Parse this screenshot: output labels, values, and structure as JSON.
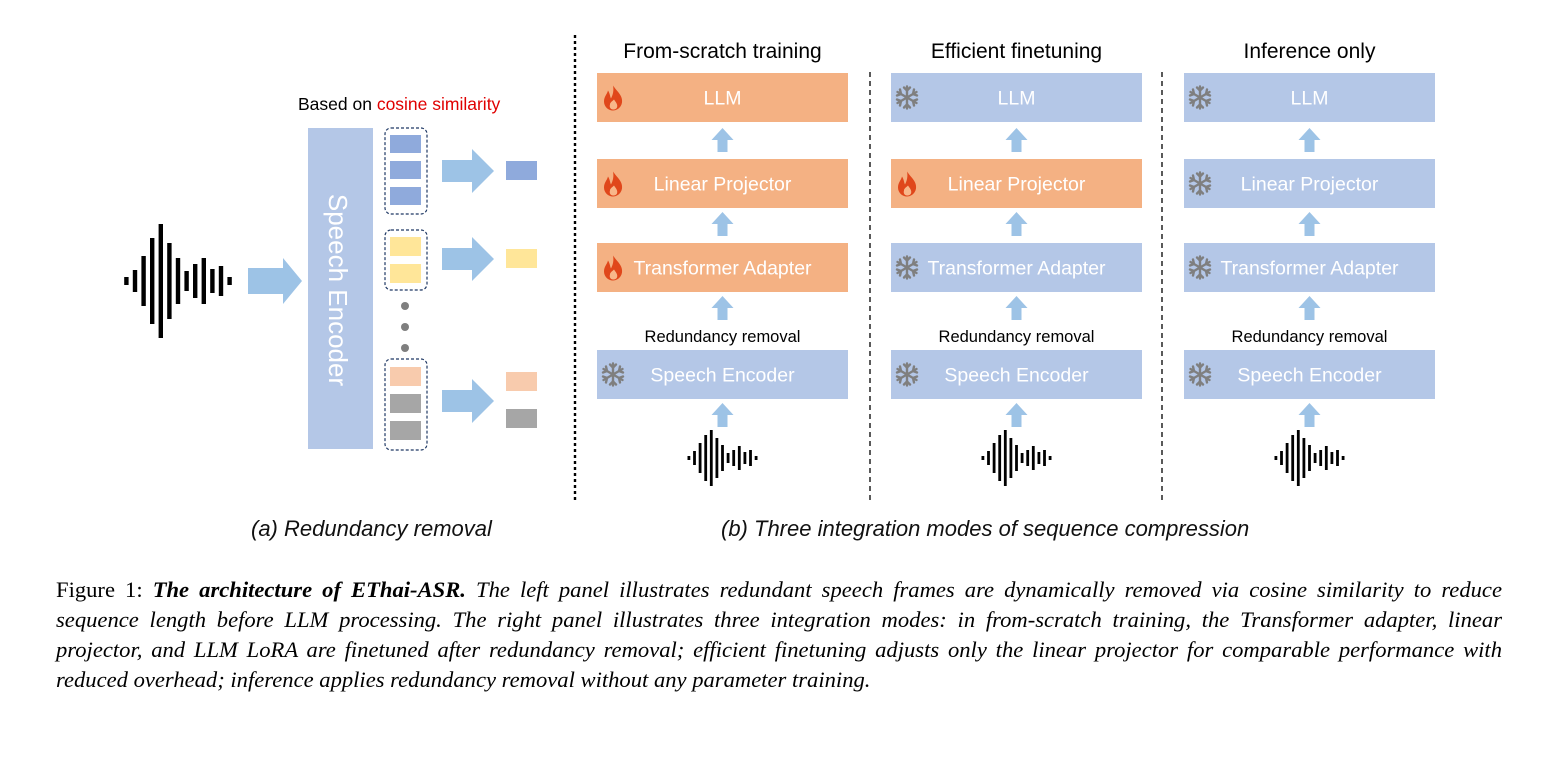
{
  "panel_a": {
    "based_on_prefix": "Based on ",
    "based_on_highlight": "cosine similarity",
    "encoder_label": "Speech Encoder",
    "caption": "(a) Redundancy removal"
  },
  "panel_b": {
    "caption": "(b) Three integration modes of sequence compression",
    "redundancy_label": "Redundancy removal",
    "modes": [
      {
        "title": "From-scratch training",
        "blocks": [
          {
            "label": "LLM",
            "state": "trainable"
          },
          {
            "label": "Linear Projector",
            "state": "trainable"
          },
          {
            "label": "Transformer Adapter",
            "state": "trainable"
          },
          {
            "label": "Speech Encoder",
            "state": "frozen"
          }
        ]
      },
      {
        "title": "Efficient finetuning",
        "blocks": [
          {
            "label": "LLM",
            "state": "frozen"
          },
          {
            "label": "Linear Projector",
            "state": "trainable"
          },
          {
            "label": "Transformer Adapter",
            "state": "frozen"
          },
          {
            "label": "Speech Encoder",
            "state": "frozen"
          }
        ]
      },
      {
        "title": "Inference only",
        "blocks": [
          {
            "label": "LLM",
            "state": "frozen"
          },
          {
            "label": "Linear Projector",
            "state": "frozen"
          },
          {
            "label": "Transformer Adapter",
            "state": "frozen"
          },
          {
            "label": "Speech Encoder",
            "state": "frozen"
          }
        ]
      }
    ]
  },
  "icons": {
    "trainable": "fire-icon",
    "frozen": "snowflake-icon",
    "waveform": "waveform-icon"
  },
  "colors": {
    "trainable_fill": "#F4B183",
    "frozen_fill": "#B4C7E7",
    "arrow": "#9DC3E6",
    "flame": "#E0471B",
    "snowflake": "#7F7F7F",
    "highlight_text": "#E00000",
    "token_blue": "#8FAADC",
    "token_yellow": "#FFE699",
    "token_peach": "#F8CBAD",
    "token_gray": "#A6A6A6"
  },
  "caption": {
    "figure_label": "Figure 1: ",
    "title": "The architecture of EThai-ASR.",
    "text": " The left panel illustrates redundant speech frames are dynamically removed via cosine similarity to reduce sequence length before LLM processing. The right panel illustrates three integration modes: in from-scratch training, the Transformer adapter, linear projector, and LLM LoRA are finetuned after redundancy removal; efficient finetuning adjusts only the linear projector for comparable performance with reduced overhead; inference applies redundancy removal without any parameter training."
  }
}
